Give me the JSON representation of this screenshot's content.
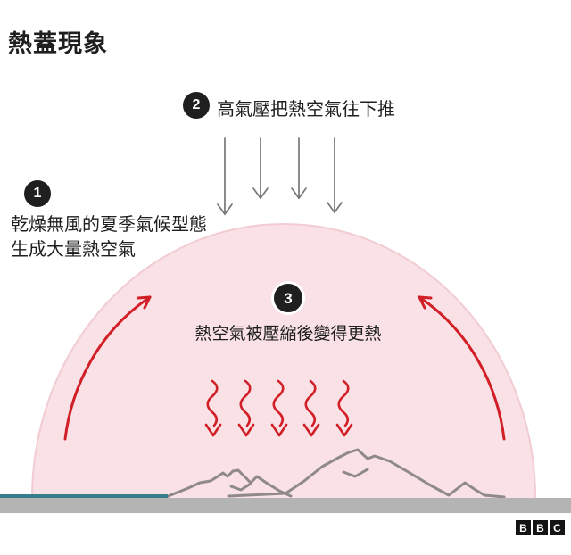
{
  "title": "熱蓋現象",
  "steps": [
    {
      "number": "1",
      "line1": "乾燥無風的夏季氣候型態",
      "line2": "生成大量熱空氣"
    },
    {
      "number": "2",
      "label": "高氣壓把熱空氣往下推"
    },
    {
      "number": "3",
      "label": "熱空氣被壓縮後變得更熱"
    }
  ],
  "logo": {
    "name": "BBC",
    "letters": [
      "B",
      "B",
      "C"
    ]
  },
  "icons": {
    "down_arrow": "↓",
    "curved_up_arrow": "↗",
    "wavy_down_arrow": "↯"
  },
  "colors": {
    "bg": "#ffffff",
    "text": "#1f1f1f",
    "dome_fill": "#f9e1e5",
    "dome_edge": "#f1ccd3",
    "red": "#d21e26",
    "arrow_gray": "#77777a",
    "mountain": "#8f8a88",
    "ground": "#b4b4b5",
    "water": "#357e8d",
    "logo_black": "#141414"
  }
}
